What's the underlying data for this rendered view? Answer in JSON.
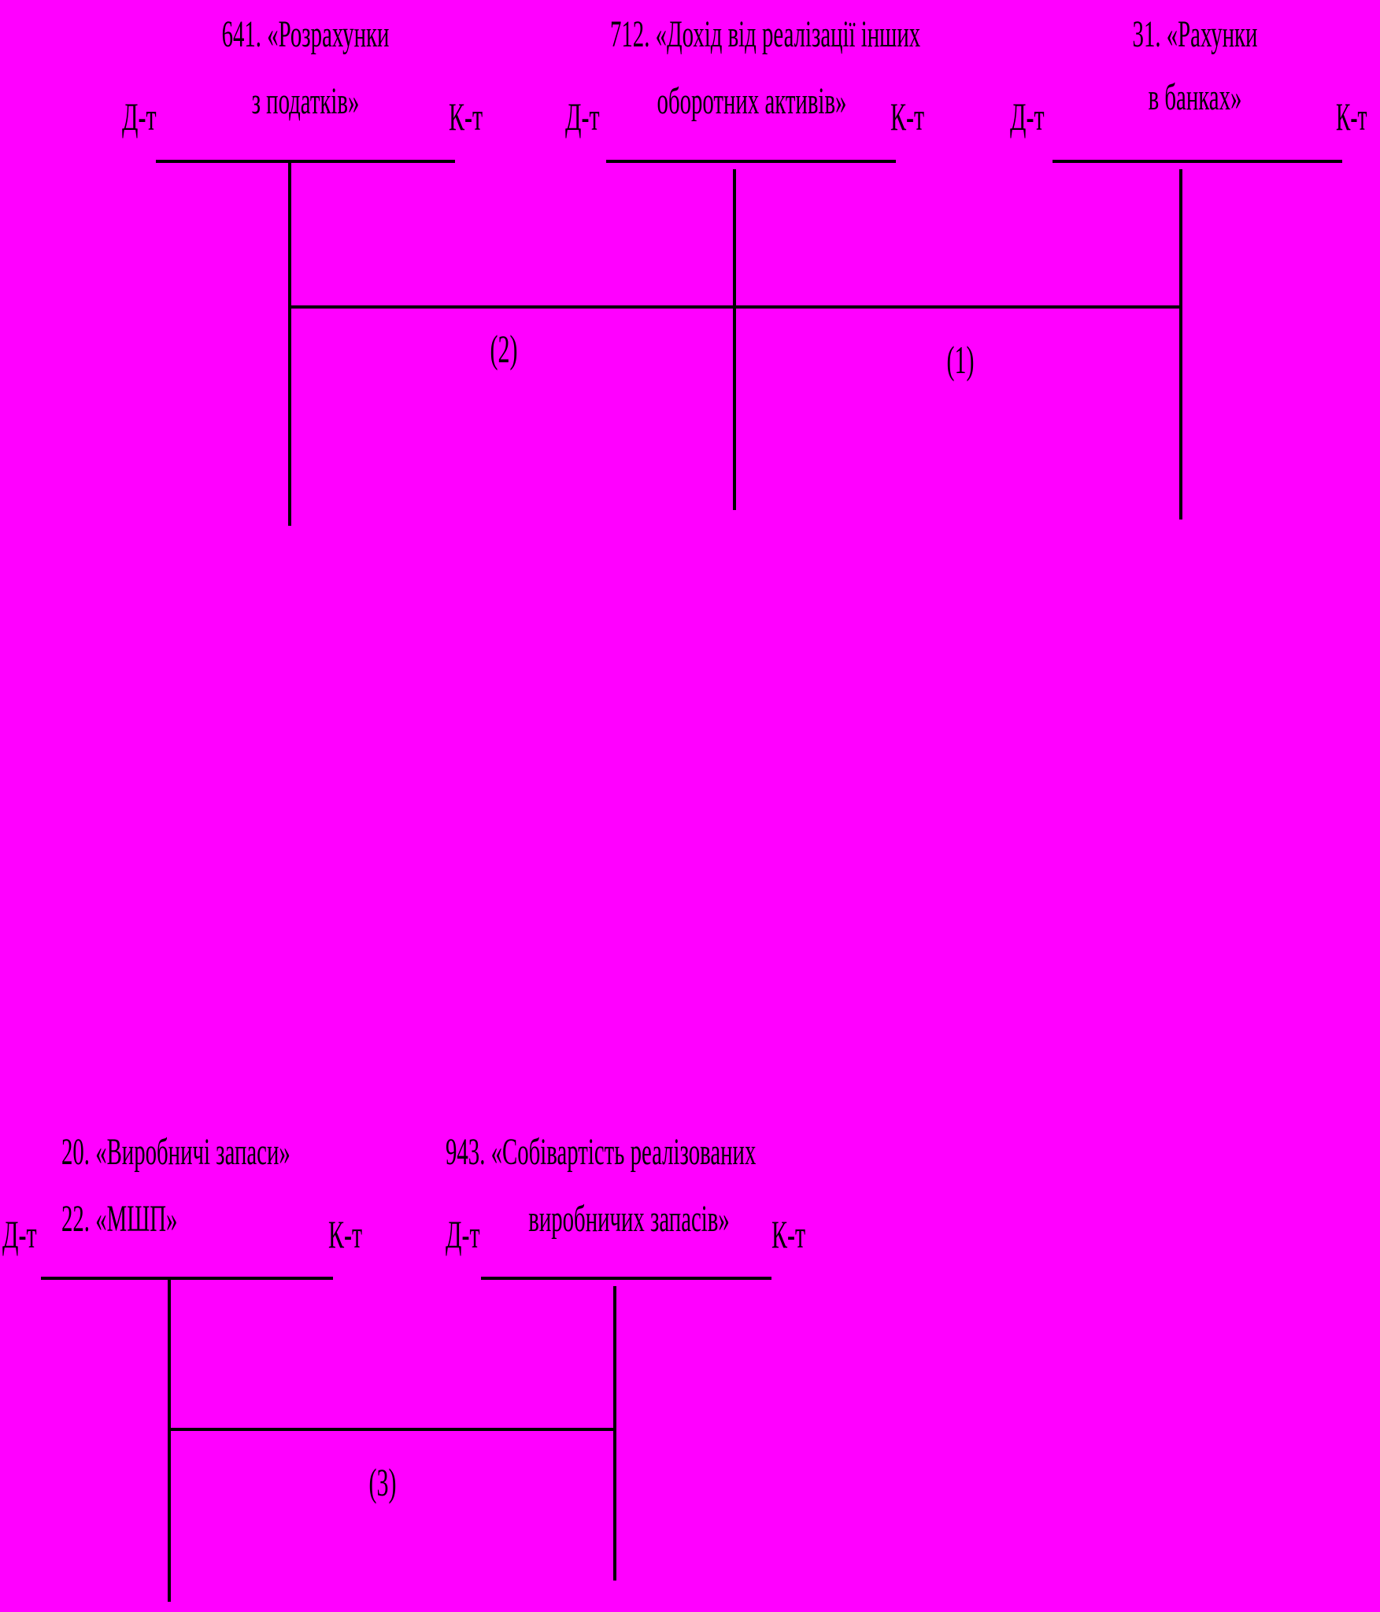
{
  "colors": {
    "background": "#ff00ff",
    "ink": "#000000"
  },
  "accounts": [
    {
      "title_line1": "641. «Розрахунки",
      "title_line2": "з податків»",
      "debit": "Д-т",
      "credit": "К-т"
    },
    {
      "title_line1": "712. «Дохід від реалізації інших",
      "title_line2": "оборотних активів»",
      "debit": "Д-т",
      "credit": "К-т"
    },
    {
      "title_line1": "31. «Рахунки",
      "title_line2": "в банках»",
      "debit": "Д-т",
      "credit": "К-т"
    },
    {
      "title_line1": "20. «Виробничі запаси»",
      "title_line2": "22. «МШП»",
      "debit": "Д-т",
      "credit": "К-т"
    },
    {
      "title_line1": "943. «Собівартість реалізованих",
      "title_line2": "виробничих запасів»",
      "debit": "Д-т",
      "credit": "К-т"
    }
  ],
  "entries": [
    {
      "label": "(1)",
      "from_account": "31",
      "to_account": "712"
    },
    {
      "label": "(2)",
      "from_account": "712",
      "to_account": "641"
    },
    {
      "label": "(3)",
      "from_account": "20",
      "to_account": "943"
    }
  ]
}
